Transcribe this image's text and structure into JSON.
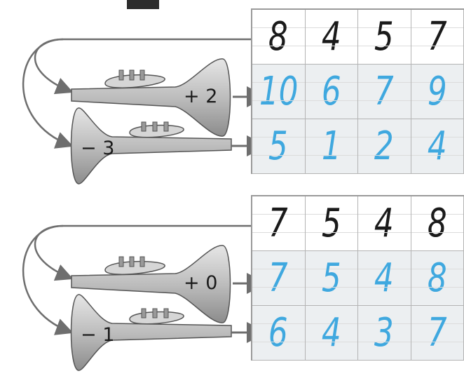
{
  "exercises": [
    {
      "header": [
        "8",
        "4",
        "5",
        "7"
      ],
      "rows": [
        {
          "operation": "+ 2",
          "answers": [
            "10",
            "6",
            "7",
            "9"
          ]
        },
        {
          "operation": "− 3",
          "answers": [
            "5",
            "1",
            "2",
            "4"
          ]
        }
      ]
    },
    {
      "header": [
        "7",
        "5",
        "4",
        "8"
      ],
      "rows": [
        {
          "operation": "+ 0",
          "answers": [
            "7",
            "5",
            "4",
            "8"
          ]
        },
        {
          "operation": "− 1",
          "answers": [
            "6",
            "4",
            "3",
            "7"
          ]
        }
      ]
    }
  ],
  "colors": {
    "handwriting_black": "#1a1a1a",
    "handwriting_blue": "#3fa8df",
    "trumpet_gray": "#b9b9b9",
    "arrow_gray": "#6e6e6e"
  },
  "icons": [
    "trumpet-icon",
    "arrow-icon"
  ]
}
